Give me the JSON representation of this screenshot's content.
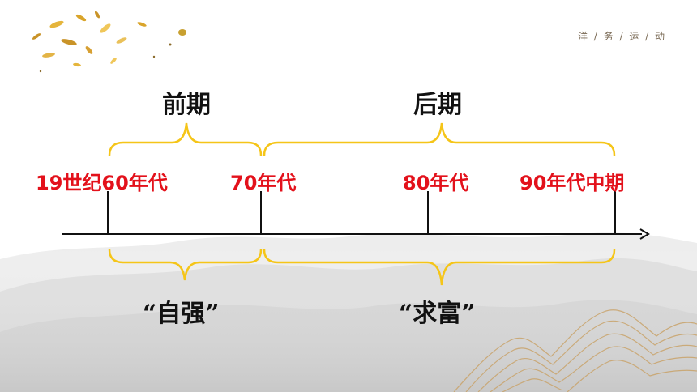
{
  "slide": {
    "header_title": "洋 / 务 / 运 / 动"
  },
  "phases": {
    "early": "前期",
    "late": "后期"
  },
  "timeline": {
    "ticks": [
      "19世纪60年代",
      "70年代",
      "80年代",
      "90年代中期"
    ]
  },
  "slogans": {
    "early": "“自强”",
    "late": "“求富”"
  },
  "colors": {
    "brace": "#f5c518",
    "tick_label": "#e3111b",
    "axis": "#111111"
  }
}
